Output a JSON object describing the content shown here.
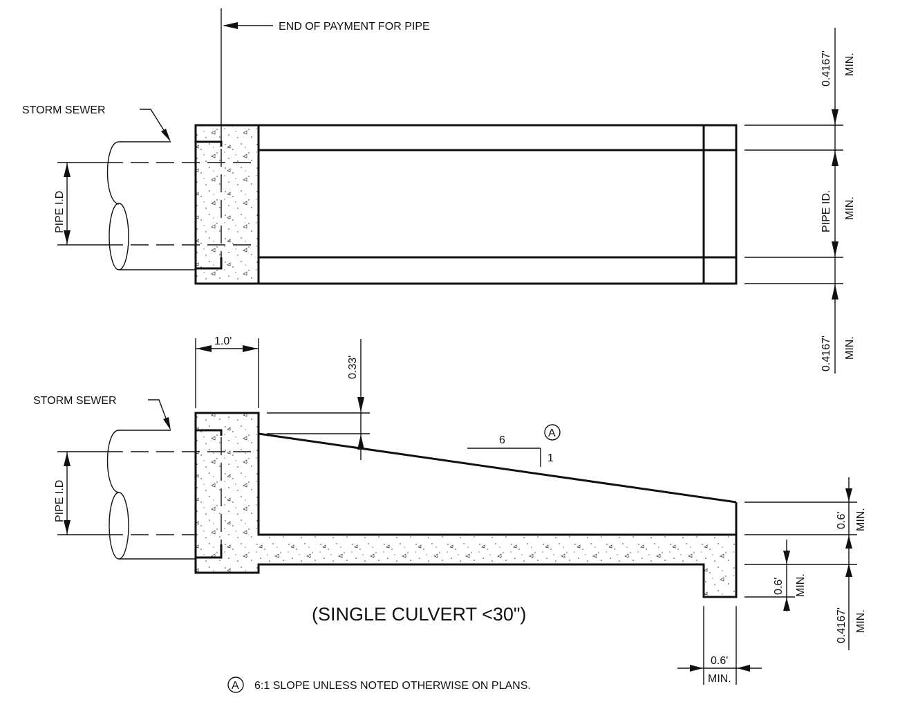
{
  "labels": {
    "end_of_payment": "END OF PAYMENT FOR PIPE",
    "storm_sewer_plan": "STORM SEWER",
    "storm_sewer_section": "STORM SEWER",
    "pipe_id_plan": "PIPE I.D",
    "pipe_id_section": "PIPE I.D",
    "pipe_id_min": "PIPE ID.",
    "min": "MIN.",
    "dim_04167": "0.4167'",
    "dim_10": "1.0'",
    "dim_033": "0.33'",
    "dim_06": "0.6'",
    "slope_run": "6",
    "slope_rise": "1",
    "note_marker": "A",
    "caption": "(SINGLE CULVERT <30\")",
    "note_text": "6:1 SLOPE UNLESS NOTED OTHERWISE ON PLANS."
  }
}
